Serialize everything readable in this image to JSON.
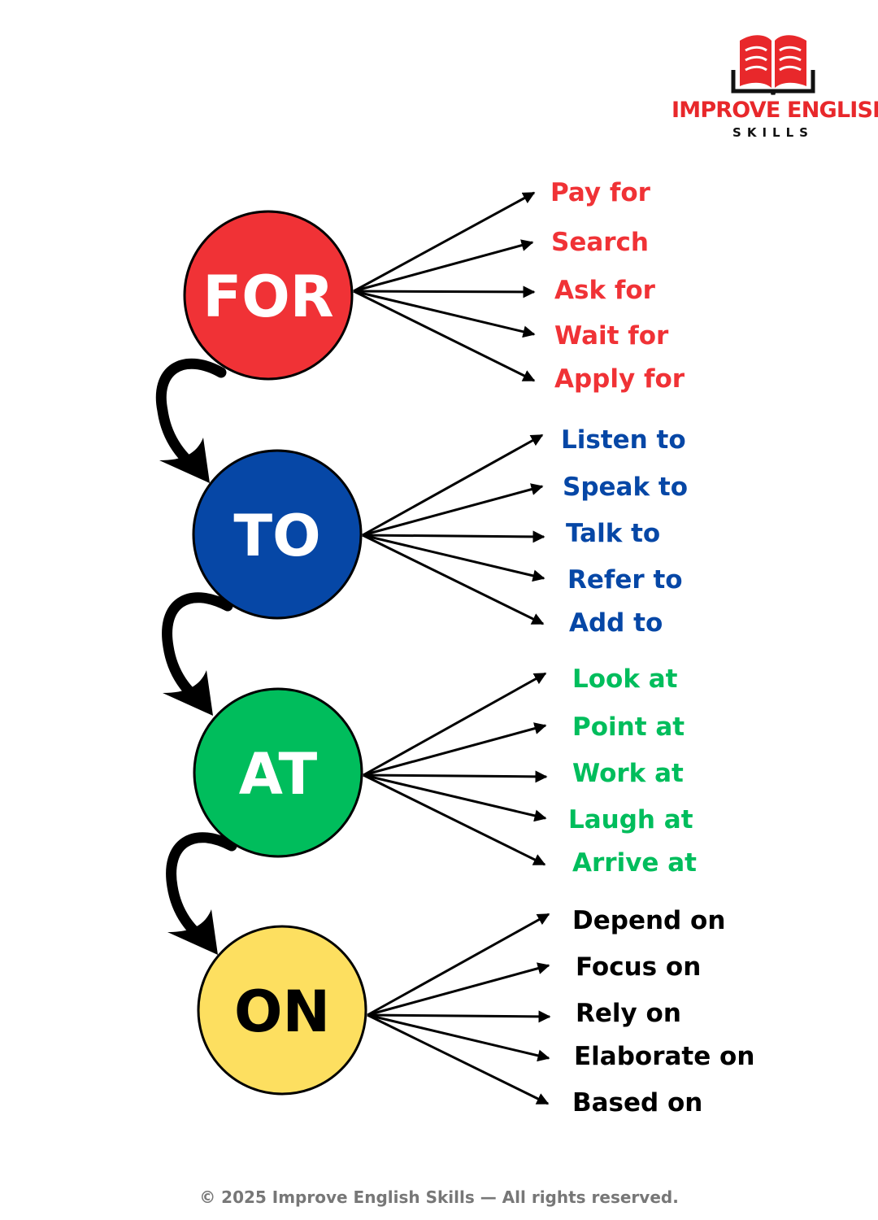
{
  "brand": {
    "line1": "IMPROVE ENGLISH",
    "line2": "SKILLS",
    "icon": "open-book-icon",
    "color": "#e8282b"
  },
  "groups": [
    {
      "id": "for",
      "label": "FOR",
      "circle_color": "#f03236",
      "label_color": "#ffffff",
      "item_color": "#f03236",
      "items": [
        "Pay for",
        "Search",
        "Ask for",
        "Wait for",
        "Apply for"
      ]
    },
    {
      "id": "to",
      "label": "TO",
      "circle_color": "#0647a6",
      "label_color": "#ffffff",
      "item_color": "#0647a6",
      "items": [
        "Listen to",
        "Speak to",
        "Talk to",
        "Refer to",
        "Add to"
      ]
    },
    {
      "id": "at",
      "label": "AT",
      "circle_color": "#00bd5c",
      "label_color": "#ffffff",
      "item_color": "#00bd5c",
      "items": [
        "Look at",
        "Point at",
        "Work at",
        "Laugh at",
        "Arrive at"
      ]
    },
    {
      "id": "on",
      "label": "ON",
      "circle_color": "#fddf60",
      "label_color": "#000000",
      "item_color": "#000000",
      "items": [
        "Depend on",
        "Focus on",
        "Rely on",
        "Elaborate on",
        "Based on"
      ]
    }
  ],
  "footer": "© 2025 Improve English Skills — All rights reserved."
}
